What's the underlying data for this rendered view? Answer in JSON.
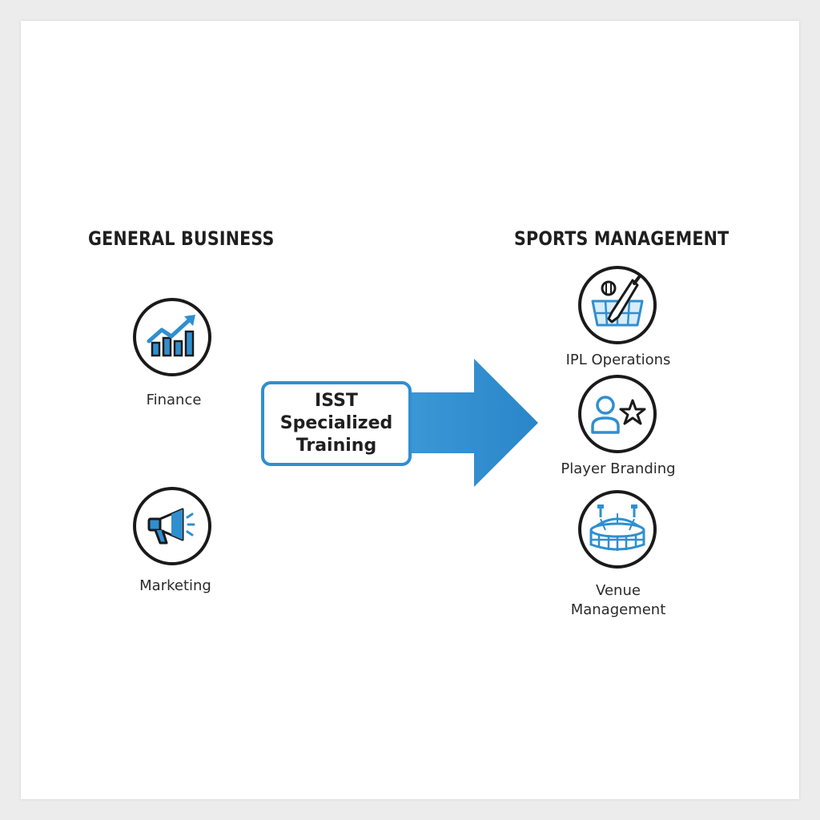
{
  "left_section": {
    "heading": "GENERAL BUSINESS",
    "items": [
      {
        "label": "Finance",
        "icon": "finance-chart-icon"
      },
      {
        "label": "Marketing",
        "icon": "megaphone-icon"
      }
    ]
  },
  "center": {
    "lines": [
      "ISST",
      "Specialized",
      "Training"
    ]
  },
  "right_section": {
    "heading": "SPORTS MANAGEMENT",
    "items": [
      {
        "label": "IPL Operations",
        "icon": "cricket-bat-ball-icon"
      },
      {
        "label": "Player Branding",
        "icon": "person-star-icon"
      },
      {
        "label_lines": [
          "Venue",
          "Management"
        ],
        "icon": "stadium-icon"
      }
    ]
  },
  "colors": {
    "accent_blue": "#2f8fd0",
    "icon_outline": "#1a1a1a",
    "text": "#1f1f1f"
  }
}
